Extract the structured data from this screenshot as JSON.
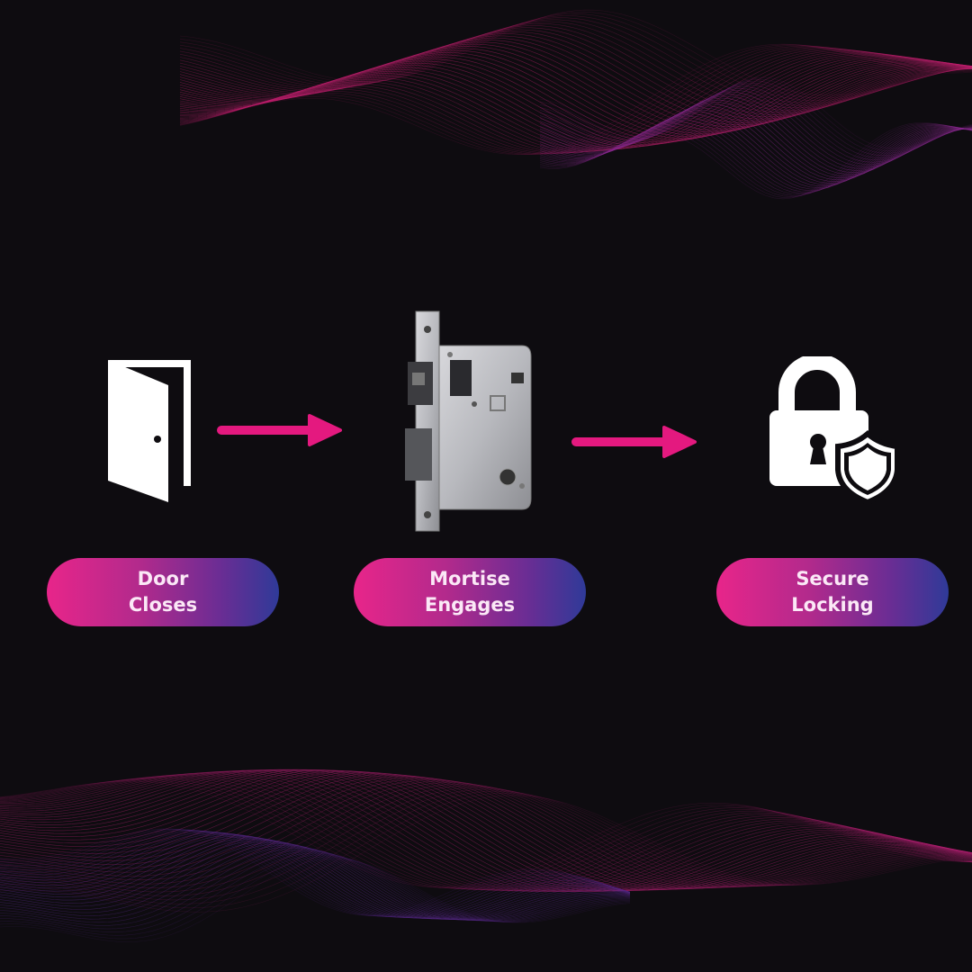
{
  "steps": [
    {
      "icon": "door-icon",
      "line1": "Door",
      "line2": "Closes"
    },
    {
      "icon": "mortise-lock-icon",
      "line1": "Mortise",
      "line2": "Engages"
    },
    {
      "icon": "padlock-shield-icon",
      "line1": "Secure",
      "line2": "Locking"
    }
  ],
  "colors": {
    "background": "#0e0c10",
    "accent": "#e4197f",
    "gradient_end": "#2f3a98"
  }
}
